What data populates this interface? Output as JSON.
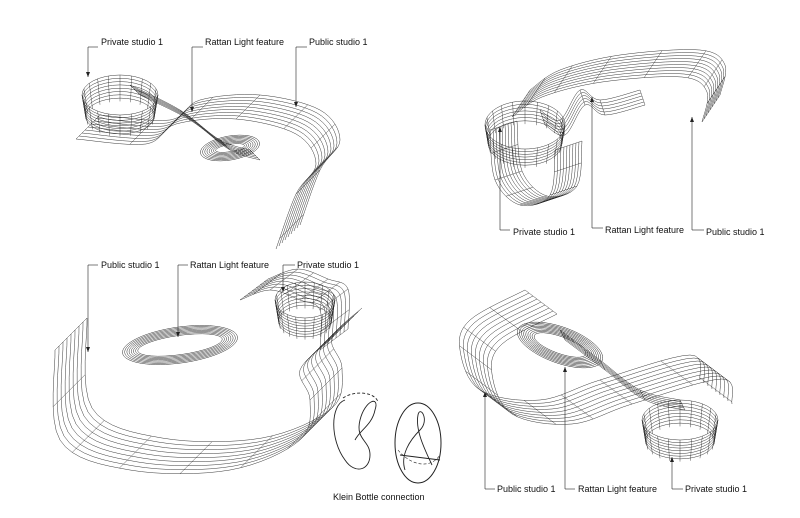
{
  "views": [
    {
      "name": "top-left",
      "labels": [
        "Private studio 1",
        "Rattan Light feature",
        "Public studio 1"
      ]
    },
    {
      "name": "top-right",
      "labels": [
        "Private studio 1",
        "Rattan Light feature",
        "Public studio 1"
      ]
    },
    {
      "name": "bottom-left",
      "labels": [
        "Public studio 1",
        "Rattan Light feature",
        "Private studio 1"
      ]
    },
    {
      "name": "bottom-right",
      "labels": [
        "Public studio 1",
        "Rattan Light feature",
        "Private studio 1"
      ]
    }
  ],
  "klein": {
    "caption": "Klein Bottle connection"
  },
  "colors": {
    "line": "#222222",
    "background": "#ffffff"
  }
}
